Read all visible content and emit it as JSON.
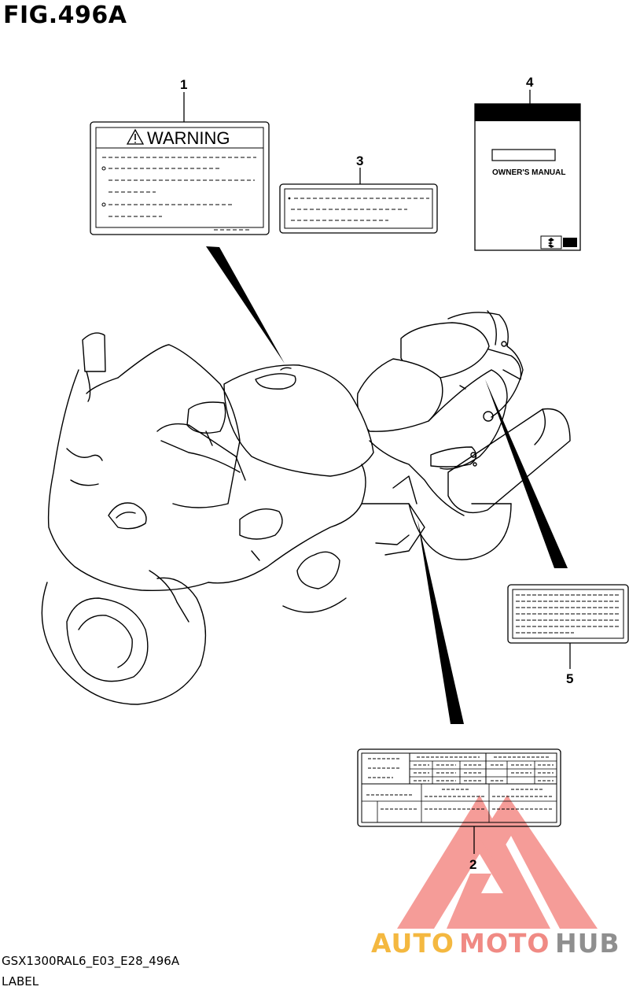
{
  "figure": {
    "title": "FIG.496A",
    "model_code": "GSX1300RAL6_E03_E28_496A",
    "section_name": "LABEL"
  },
  "callouts": [
    "1",
    "2",
    "3",
    "4",
    "5"
  ],
  "labels": {
    "warning_label": {
      "heading": "WARNING",
      "icon": "warning-triangle-icon"
    },
    "owners_manual": {
      "title": "OWNER'S MANUAL",
      "logo": "suzuki-logo-icon"
    }
  },
  "watermark": {
    "brand_parts": [
      "AUTO",
      "MOTO",
      "HUB"
    ],
    "colors": {
      "auto": "#f4b840",
      "moto": "#f08a84",
      "hub": "#8f8f8f",
      "logo": "#f27c76"
    }
  },
  "colors": {
    "line": "#000000",
    "background": "#ffffff"
  }
}
